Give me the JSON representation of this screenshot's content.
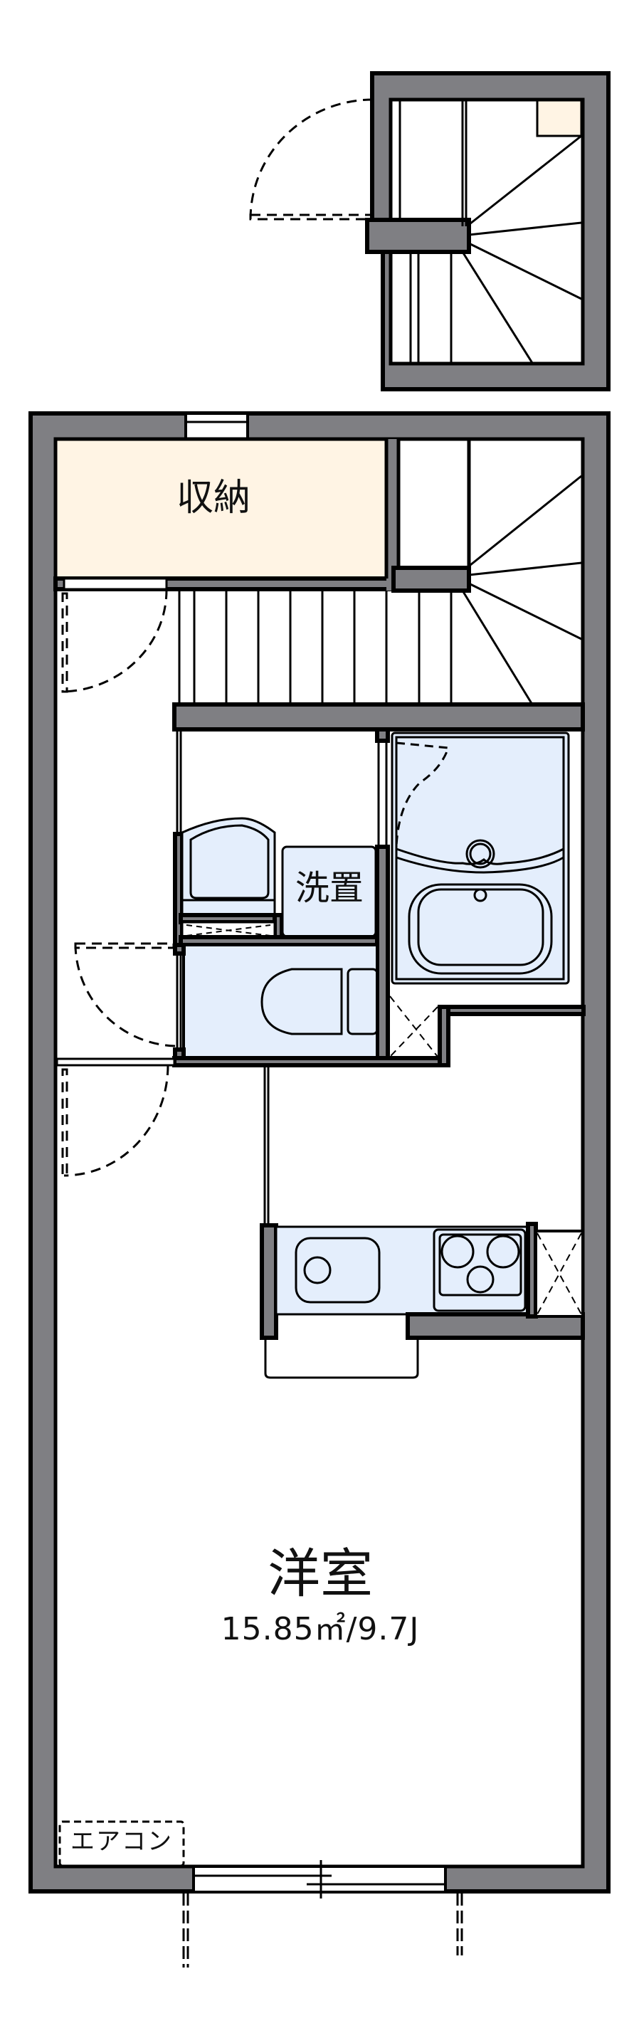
{
  "floor_plan": {
    "colors": {
      "wall": "#7f7f83",
      "outline": "#000000",
      "storage_fill": "#fff4e4",
      "wet_area_fill": "#e4eefc",
      "floor": "#ffffff"
    },
    "rooms": {
      "storage": {
        "label": "収納"
      },
      "washer_space": {
        "label": "洗置"
      },
      "western_room": {
        "label": "洋室",
        "area": "15.85㎡/9.7J"
      },
      "air_conditioner": {
        "label": "エアコン"
      }
    },
    "fixtures": [
      "stairs-upper",
      "stairs-main",
      "unit-bath",
      "washbasin",
      "toilet",
      "kitchen-sink",
      "stove-3-burner",
      "refrigerator-space",
      "sliding-window"
    ]
  }
}
